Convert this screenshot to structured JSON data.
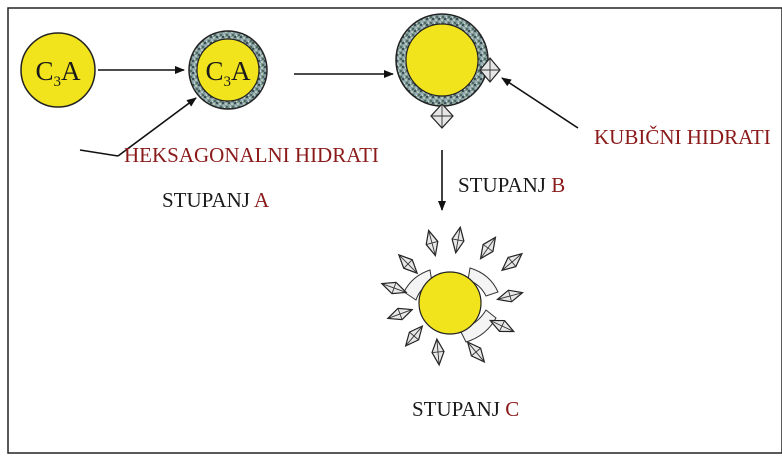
{
  "particles": {
    "c3a_left": {
      "text": "C",
      "sub": "3",
      "tail": "A"
    },
    "c3a_coated": {
      "text": "C",
      "sub": "3",
      "tail": "A"
    }
  },
  "labels": {
    "hexagonal": "HEKSAGONALNI HIDRATI",
    "cubic": "KUBIČNI HIDRATI",
    "stage_a_word": "STUPANJ",
    "stage_a_letter": "A",
    "stage_b_word": "STUPANJ",
    "stage_b_letter": "B",
    "stage_c_word": "STUPANJ",
    "stage_c_letter": "C"
  },
  "colors": {
    "particle_fill": "#f2e41c",
    "hydrate_shell": "#7f9a97",
    "label_red": "#8b1a1a",
    "frame": "#222222"
  }
}
